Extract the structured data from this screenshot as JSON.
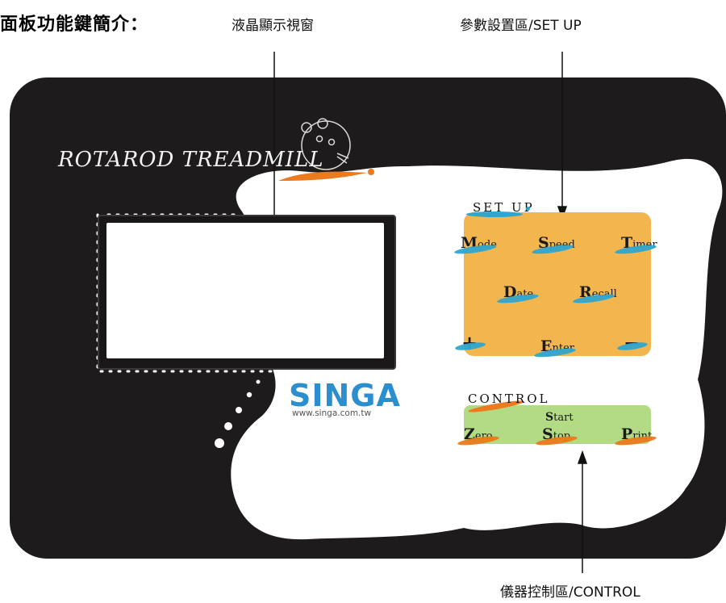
{
  "heading": "面板功能鍵簡介：",
  "callouts": {
    "lcd": "液晶顯示視窗",
    "setup": "參數設置區/SET UP",
    "control": "儀器控制區/CONTROL"
  },
  "panel": {
    "title": "ROTAROD TREADMILL",
    "brand": "SINGA",
    "url": "www.singa.com.tw"
  },
  "setup": {
    "title": "SET UP",
    "keys": [
      {
        "id": "mode",
        "cap": "M",
        "rest": "ode"
      },
      {
        "id": "speed",
        "cap": "S",
        "rest": "peed"
      },
      {
        "id": "timer",
        "cap": "T",
        "rest": "imer"
      },
      {
        "id": "date",
        "cap": "D",
        "rest": "ate"
      },
      {
        "id": "recall",
        "cap": "R",
        "rest": "ecall"
      },
      {
        "id": "plus",
        "cap": "+",
        "rest": ""
      },
      {
        "id": "enter",
        "cap": "E",
        "rest": "nter"
      },
      {
        "id": "minus",
        "cap": "−",
        "rest": ""
      }
    ]
  },
  "control": {
    "title": "CONTROL",
    "keys": [
      {
        "id": "zero",
        "cap": "Z",
        "rest": "ero"
      },
      {
        "id": "start",
        "cap": "S",
        "rest": "tart"
      },
      {
        "id": "stop",
        "cap": "S",
        "rest": "top"
      },
      {
        "id": "print",
        "cap": "P",
        "rest": "rint"
      }
    ]
  },
  "colors": {
    "panel": "#1e1b1c",
    "setup_area": "#f3b64f",
    "control_area": "#b3da84",
    "brand_blue": "#2b8fcf",
    "accent_orange": "#ec7a1f",
    "accent_blue": "#2fa6cf"
  }
}
